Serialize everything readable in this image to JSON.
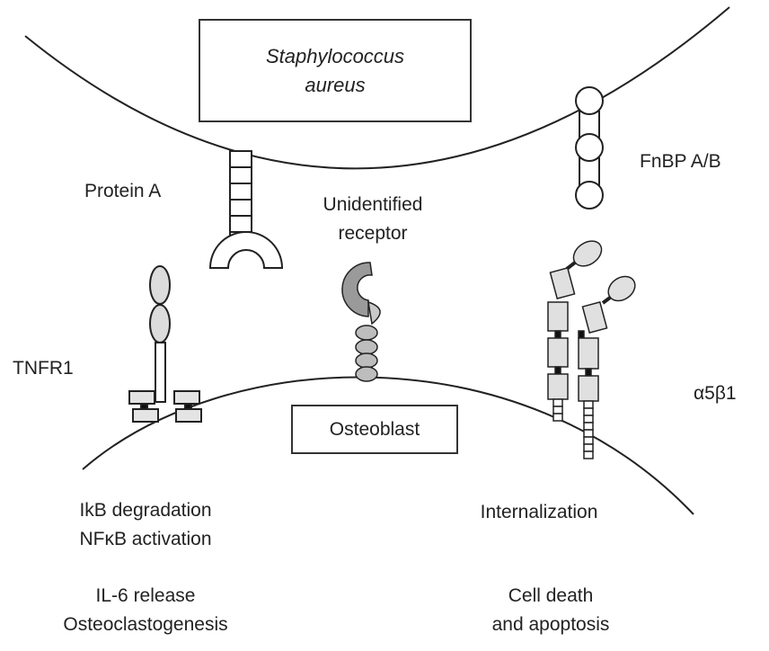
{
  "bacterium": {
    "line1": "Staphylococcus",
    "line2": "aureus"
  },
  "host_cell": {
    "label": "Osteoblast"
  },
  "proteins": {
    "protein_a": "Protein A",
    "fnbp": "FnBP A/B",
    "receptor_line1": "Unidentified",
    "receptor_line2": "receptor",
    "tnfr1": "TNFR1",
    "integrin": "α5β1"
  },
  "outcomes": {
    "left_line1": "IkB degradation",
    "left_line2": "NFκB activation",
    "left_line3": "IL-6 release",
    "left_line4": "Osteoclastogenesis",
    "right_line1": "Internalization",
    "right_line2": "Cell death",
    "right_line3": "and apoptosis"
  },
  "colors": {
    "stroke": "#222222",
    "fill_light": "#e8e8e8",
    "fill_mid": "#bdbdbd",
    "fill_dark": "#8c8c8c"
  }
}
